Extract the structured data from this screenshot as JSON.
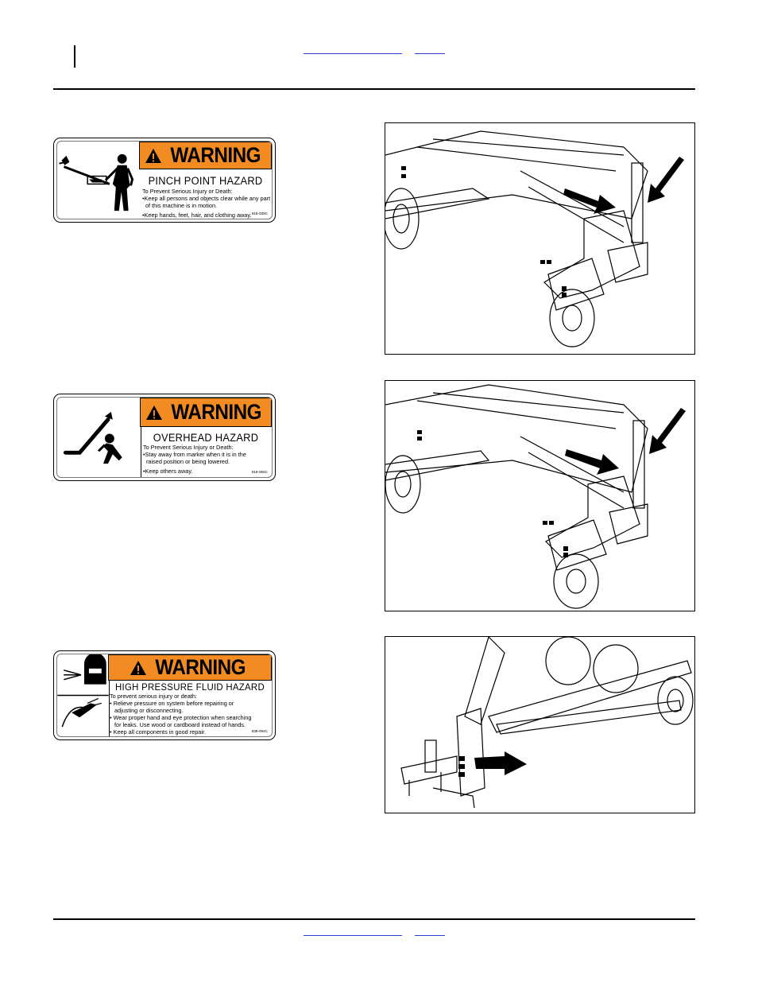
{
  "decals": [
    {
      "signal_word": "WARNING",
      "title": "PINCH POINT HAZARD",
      "lines": [
        "To Prevent Serious Injury or Death:",
        "•Keep all persons and objects clear while any part",
        "  of this machine is in motion.",
        "•Keep hands, feet, hair, and clothing away."
      ],
      "code": "818-039C",
      "pictogram": "pinch-point-pictogram"
    },
    {
      "signal_word": "WARNING",
      "title": "OVERHEAD HAZARD",
      "lines": [
        "To Prevent Serious Injury or Death:",
        "•Stay away from marker when it is in the",
        "  raised position or being lowered.",
        "•Keep others away."
      ],
      "code": "818-055C",
      "pictogram": "overhead-hazard-pictogram"
    },
    {
      "signal_word": "WARNING",
      "title": "HIGH PRESSURE FLUID HAZARD",
      "lines": [
        "To prevent serious injury or death:",
        "• Relieve pressure on system before repairing or",
        "  adjusting or disconnecting.",
        "• Wear proper hand and eye protection when searching",
        "  for leaks. Use wood or cardboard instead of hands.",
        "• Keep all components in good repair."
      ],
      "code": "838-094C",
      "pictogram": "high-pressure-fluid-pictogram"
    }
  ],
  "colors": {
    "warning_orange": "#f28c22",
    "link_blue": "#2a3bd6"
  },
  "photos": [
    "decal-location-photo-marker-mount-1",
    "decal-location-photo-marker-mount-2",
    "decal-location-photo-hitch"
  ]
}
